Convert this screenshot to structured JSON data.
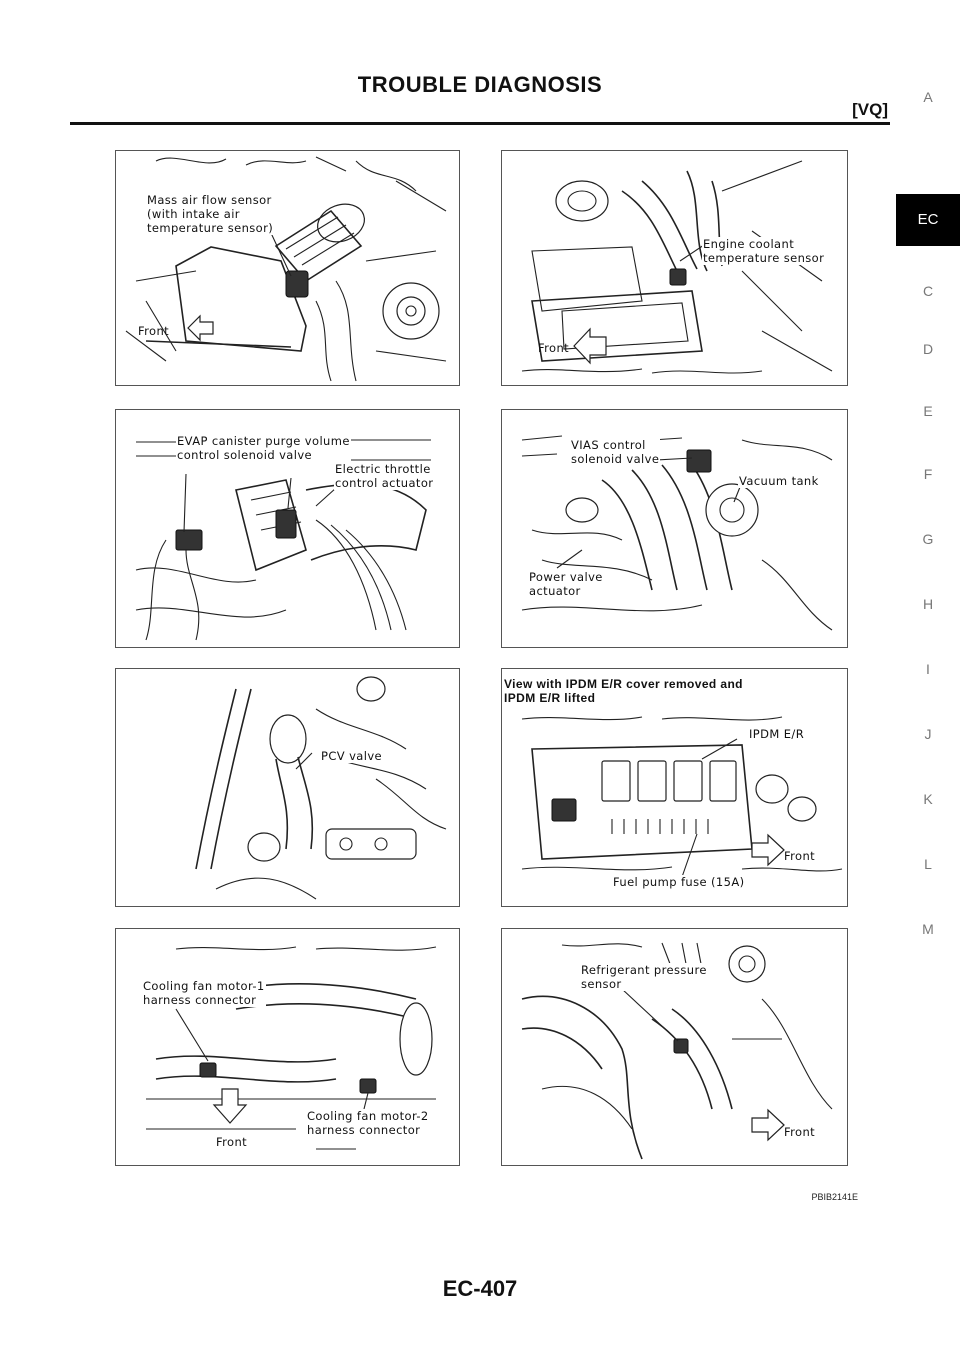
{
  "header": {
    "title": "TROUBLE DIAGNOSIS",
    "section": "[VQ]"
  },
  "side_index": [
    "A",
    "EC",
    "C",
    "D",
    "E",
    "F",
    "G",
    "H",
    "I",
    "J",
    "K",
    "L",
    "M"
  ],
  "side_index_active": "EC",
  "panels": {
    "maf": {
      "label": "Mass air flow sensor\n(with intake air\ntemperature sensor)",
      "front": "Front"
    },
    "ect": {
      "label": "Engine coolant\ntemperature sensor",
      "front": "Front"
    },
    "evap": {
      "label1": "EVAP canister purge volume\ncontrol solenoid valve",
      "label2": "Electric throttle\ncontrol actuator"
    },
    "vias": {
      "label1": "VIAS control\nsolenoid valve",
      "label2": "Vacuum tank",
      "label3": "Power valve\nactuator"
    },
    "pcv": {
      "label": "PCV valve"
    },
    "ipdm": {
      "title": "View with IPDM E/R cover removed and\nIPDM E/R lifted",
      "label1": "IPDM E/R",
      "label2": "Fuel pump fuse (15A)",
      "front": "Front"
    },
    "fan": {
      "label1": "Cooling fan motor-1\nharness connector",
      "label2": "Cooling fan motor-2\nharness connector",
      "front": "Front"
    },
    "refrig": {
      "label": "Refrigerant pressure\nsensor",
      "front": "Front"
    }
  },
  "figure_code": "PBIB2141E",
  "footer": {
    "page_number": "EC-407"
  }
}
